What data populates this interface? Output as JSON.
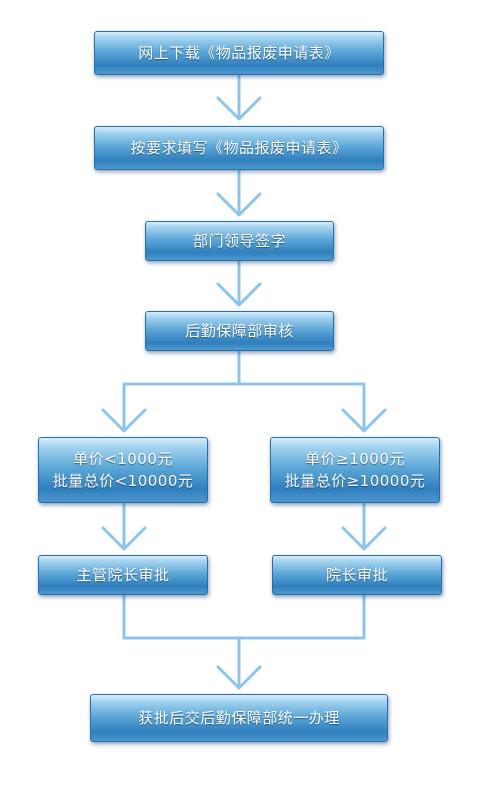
{
  "steps": {
    "download": "网上下载《物品报废申请表》",
    "fill": "按要求填写《物品报废申请表》",
    "dept_sign": "部门领导签字",
    "logistics_review": "后勤保障部审核",
    "low_price_line1": "单价<1000元",
    "low_price_line2": "批量总价<10000元",
    "high_price_line1": "单价≥1000元",
    "high_price_line2": "批量总价≥10000元",
    "vice_dean_approve": "主管院长审批",
    "dean_approve": "院长审批",
    "final": "获批后交后勤保障部统一办理"
  },
  "colors": {
    "box_fill_dark": "#2f7fbe",
    "box_fill_light": "#d8eefb",
    "connector": "#7ab8e6",
    "text": "#ffffff"
  }
}
